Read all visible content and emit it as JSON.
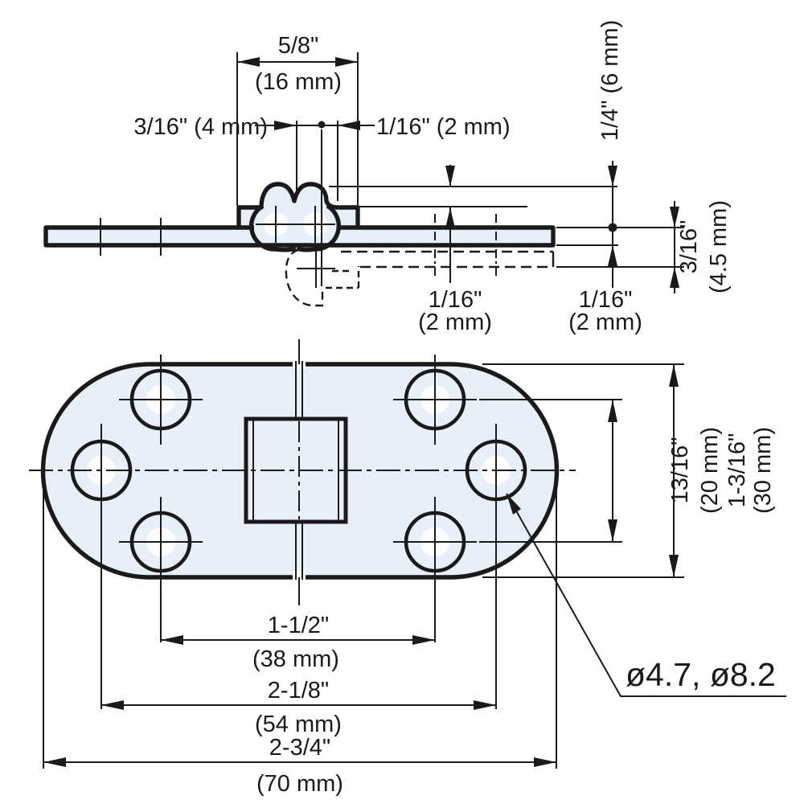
{
  "colors": {
    "line": "#1a1a1a",
    "fill": "#e7f0fa",
    "background": "#ffffff"
  },
  "side_view": {
    "knuckle_width_in": "5/8\"",
    "knuckle_width_mm": "(16 mm)",
    "pin_offset": "3/16\" (4 mm)",
    "edge_offset": "1/16\" (2 mm)",
    "knuckle_height": "1/4\" (6 mm)",
    "clearance_left_in": "1/16\"",
    "clearance_left_mm": "(2 mm)",
    "clearance_right_in": "1/16\"",
    "clearance_right_mm": "(2 mm)",
    "folded_thickness_in": "3/16\"",
    "folded_thickness_mm": "(4.5 mm)"
  },
  "plan_view": {
    "hole_row_spacing_in": "13/16\"",
    "hole_row_spacing_mm": "(20 mm)",
    "width_in": "1-3/16\"",
    "width_mm": "(30 mm)",
    "hole_col_spacing_in": "1-1/2\"",
    "hole_col_spacing_mm": "(38 mm)",
    "outer_hole_spacing_in": "2-1/8\"",
    "outer_hole_spacing_mm": "(54 mm)",
    "overall_length_in": "2-3/4\"",
    "overall_length_mm": "(70 mm)",
    "hole_diameters": "ø4.7, ø8.2"
  }
}
